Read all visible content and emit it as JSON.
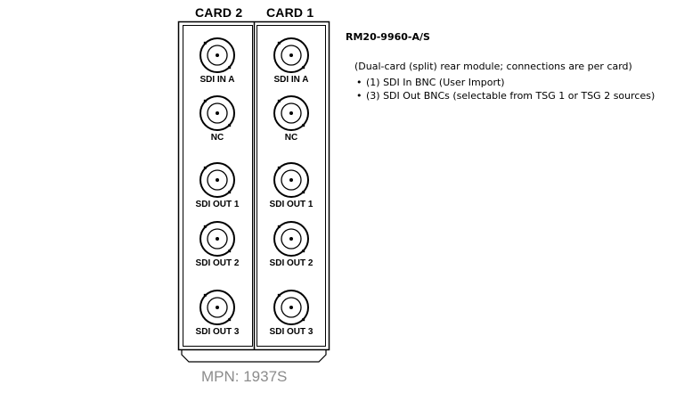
{
  "cards": [
    {
      "header": "CARD 2",
      "connectors": [
        "SDI IN A",
        "NC",
        "SDI OUT 1",
        "SDI OUT 2",
        "SDI OUT 3"
      ]
    },
    {
      "header": "CARD 1",
      "connectors": [
        "SDI IN A",
        "NC",
        "SDI OUT 1",
        "SDI OUT 2",
        "SDI OUT 3"
      ]
    }
  ],
  "description": {
    "title": "RM20-9960-A/S",
    "summary": "(Dual-card (split) rear module; connections are per card)",
    "bullets": [
      "(1) SDI In BNC (User Import)",
      "(3) SDI Out BNCs (selectable from TSG 1 or TSG 2 sources)"
    ]
  },
  "mpn": "MPN: 1937S",
  "icons": {
    "connector": "bnc-connector-icon"
  },
  "colors": {
    "line": "#000000",
    "mpn_text": "#8c8c8c",
    "background": "#ffffff"
  }
}
